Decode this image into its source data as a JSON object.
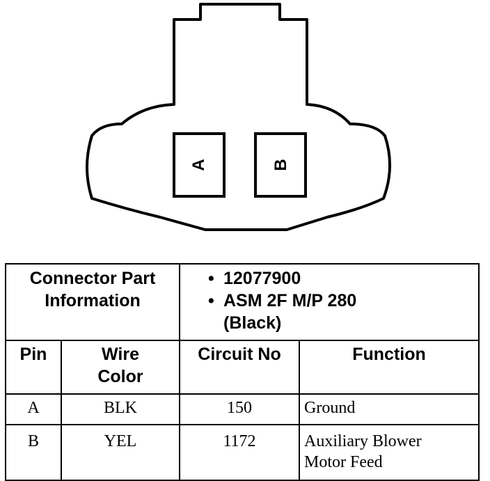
{
  "diagram": {
    "pins": [
      {
        "label": "A"
      },
      {
        "label": "B"
      }
    ]
  },
  "table": {
    "part_info_label_line1": "Connector Part",
    "part_info_label_line2": "Information",
    "part_info_items": [
      {
        "bullet": "•",
        "lines": [
          "12077900"
        ]
      },
      {
        "bullet": "•",
        "lines": [
          "ASM 2F M/P 280",
          "(Black)"
        ]
      }
    ],
    "headers": {
      "pin": "Pin",
      "wire_color_line1": "Wire",
      "wire_color_line2": "Color",
      "circuit_no": "Circuit No",
      "function": "Function"
    },
    "rows": [
      {
        "pin": "A",
        "wire_color": "BLK",
        "circuit_no": "150",
        "function_lines": [
          "Ground"
        ]
      },
      {
        "pin": "B",
        "wire_color": "YEL",
        "circuit_no": "1172",
        "function_lines": [
          "Auxiliary Blower",
          "Motor Feed"
        ]
      }
    ]
  }
}
